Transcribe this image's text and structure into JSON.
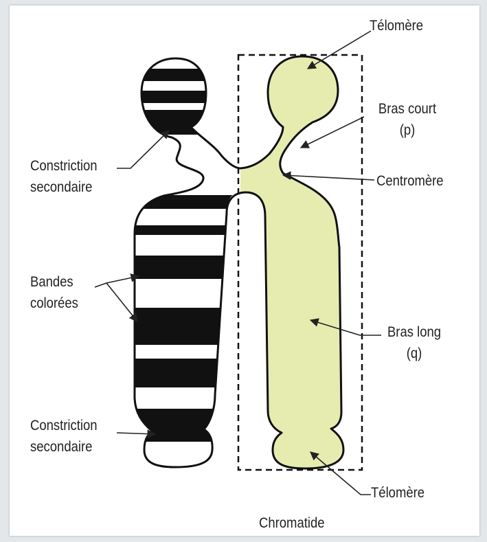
{
  "colors": {
    "chromatid_fill": "#e6ecb0",
    "band_fill": "#111111",
    "outline": "#111111",
    "background": "#ffffff"
  },
  "labels": {
    "telomere_top": "Télomère",
    "short_arm": [
      "Bras court",
      "(p)"
    ],
    "centromere": "Centromère",
    "long_arm": [
      "Bras long",
      "(q)"
    ],
    "telomere_bottom": "Télomère",
    "chromatid": "Chromatide",
    "secondary_constriction_top": [
      "Constriction",
      "secondaire"
    ],
    "colored_bands": [
      "Bandes",
      "colorées"
    ],
    "secondary_constriction_bottom": [
      "Constriction",
      "secondaire"
    ]
  }
}
